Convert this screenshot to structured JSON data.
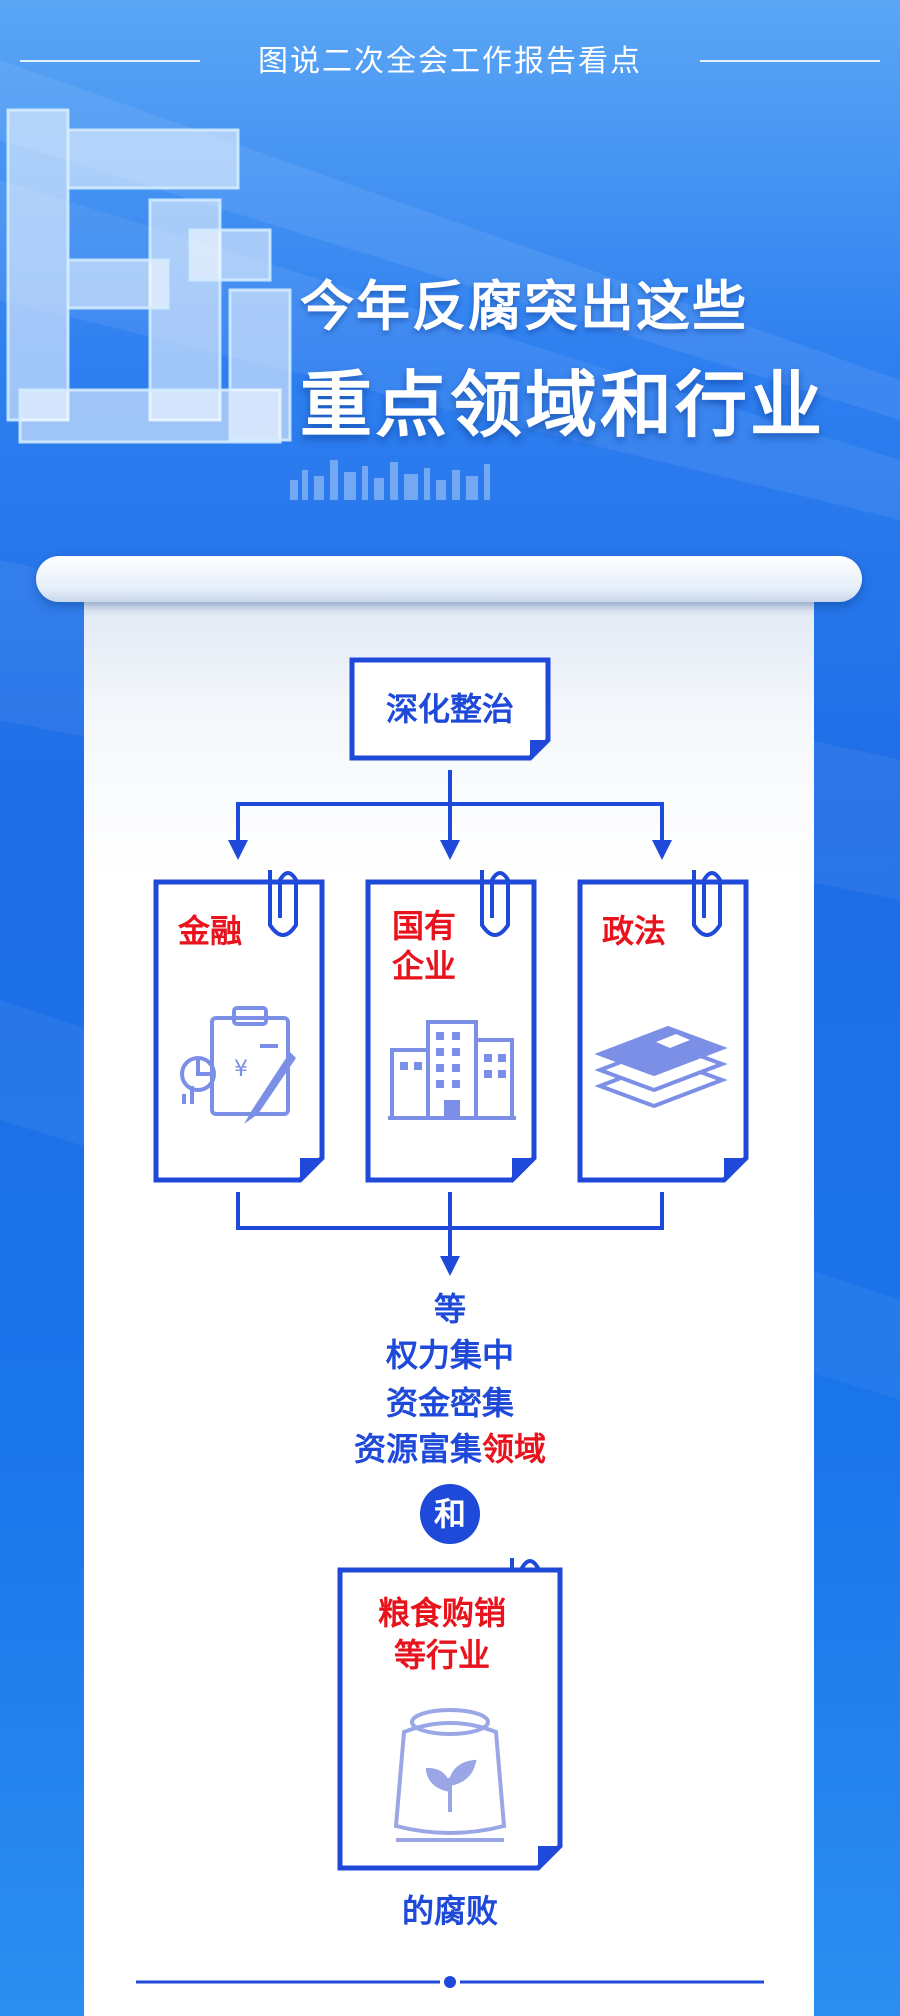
{
  "header": {
    "title": "图说二次全会工作报告看点"
  },
  "headline": {
    "line1": "今年反腐突出这些",
    "line2": "重点领域和行业"
  },
  "diagram": {
    "root": "深化整治",
    "fields": [
      {
        "label": "金融",
        "icon": "finance-clipboard-icon"
      },
      {
        "label_line1": "国有",
        "label_line2": "企业",
        "icon": "office-building-icon"
      },
      {
        "label": "政法",
        "icon": "document-stack-icon"
      }
    ],
    "summary": {
      "line1": "等",
      "line2": "权力集中",
      "line3": "资金密集",
      "line4_prefix": "资源富集",
      "line4_highlight": "领域"
    },
    "connector": "和",
    "industry": {
      "label_line1": "粮食购销",
      "label_line2": "等行业",
      "icon": "grain-sack-icon"
    },
    "ending": "的腐败"
  },
  "colors": {
    "primary_blue": "#1f49d8",
    "highlight_red": "#e8131c",
    "background_blue": "#1e6de6"
  }
}
